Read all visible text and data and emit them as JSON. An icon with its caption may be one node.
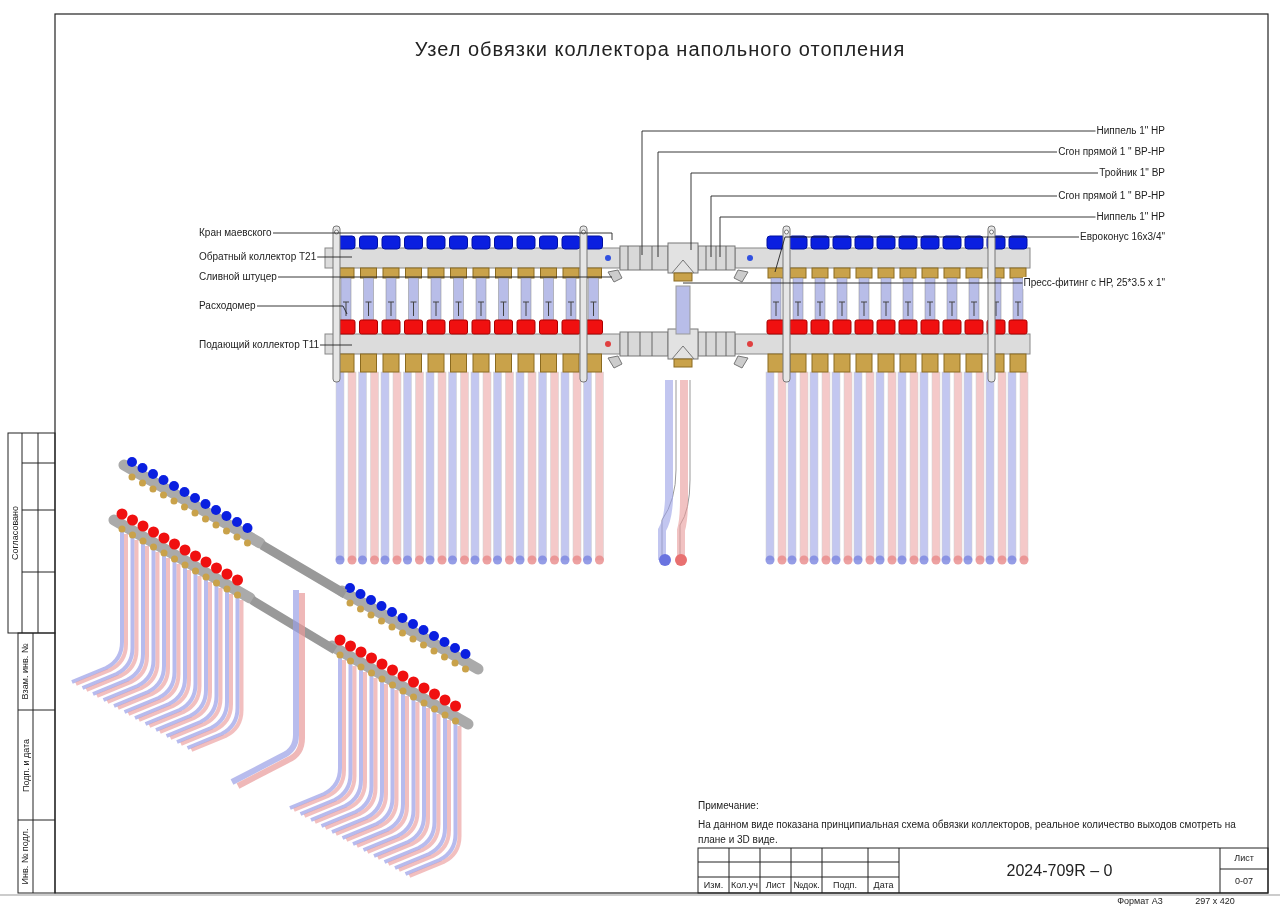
{
  "diagram": {
    "title": "Узел обвязки коллектора напольного отопления",
    "nodes": [
      {
        "text": [
          "Кран маевского"
        ]
      },
      {
        "text": [
          "Обратный коллектор Т21"
        ]
      },
      {
        "text": [
          "Сливной штуцер"
        ]
      },
      {
        "text": [
          "Расходомер"
        ]
      },
      {
        "text": [
          "Подающий коллектор Т11"
        ]
      },
      {
        "text": [
          "Ниппель 1\" НР"
        ]
      },
      {
        "text": [
          "Сгон прямой 1 \" ВР-НР"
        ]
      },
      {
        "text": [
          "Тройник 1\" ВР"
        ]
      },
      {
        "text": [
          "Сгон прямой 1 \" ВР-НР"
        ]
      },
      {
        "text": [
          "Ниппель 1\" НР"
        ]
      },
      {
        "text": [
          "Евроконус 16х3/4\""
        ]
      },
      {
        "text": [
          "Пресс-фитинг с НР, 25*3.5 х 1\""
        ]
      }
    ],
    "edges": [
      {
        "from": 0,
        "to": null,
        "arrow": "none"
      },
      {
        "from": 1,
        "to": null,
        "arrow": "none"
      },
      {
        "from": 2,
        "to": null,
        "arrow": "none"
      },
      {
        "from": 3,
        "to": null,
        "arrow": "none"
      },
      {
        "from": 4,
        "to": null,
        "arrow": "none"
      },
      {
        "from": 5,
        "to": null,
        "arrow": "none"
      },
      {
        "from": 6,
        "to": null,
        "arrow": "none"
      },
      {
        "from": 7,
        "to": null,
        "arrow": "none"
      },
      {
        "from": 8,
        "to": null,
        "arrow": "none"
      },
      {
        "from": 9,
        "to": null,
        "arrow": "none"
      },
      {
        "from": 10,
        "to": null,
        "arrow": "none"
      },
      {
        "from": 11,
        "to": null,
        "arrow": "none"
      }
    ],
    "labels": [
      "Согласовано",
      "Взам. инв. №",
      "Подп. и дата",
      "Инв. № подл.",
      "Примечание:",
      "На данном виде показана принципиальная схема обвязки коллекторов, реальное количество выходов смотреть на плане и 3D виде.",
      "Изм.",
      "Кол.уч",
      "Лист",
      "№док.",
      "Подп.",
      "Дата",
      "2024-709R – 0",
      "Лист",
      "0-07",
      "Формат А3",
      "297 х 420"
    ]
  }
}
